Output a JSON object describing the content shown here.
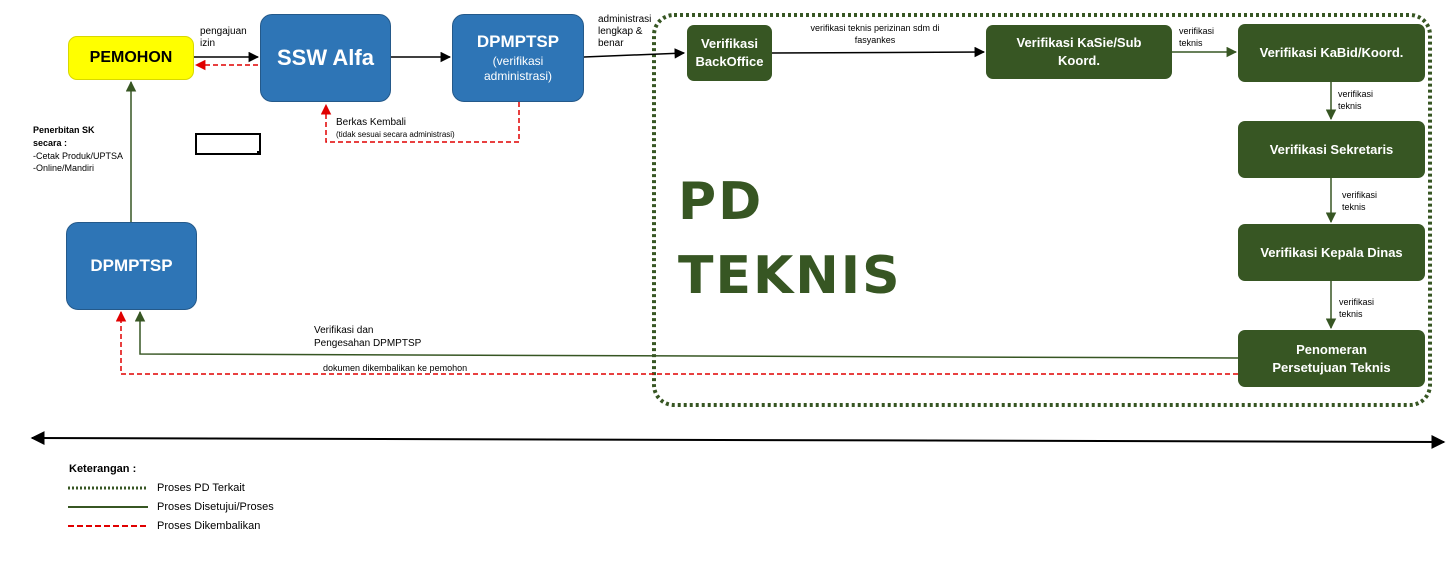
{
  "nodes": {
    "pemohon": "PEMOHON",
    "ssw_alfa": "SSW Alfa",
    "dpmptsp_verif": {
      "title": "DPMPTSP",
      "sub": "(verifikasi administrasi)"
    },
    "dpmptsp_bottom": "DPMPTSP",
    "verif_backoffice": "Verifikasi BackOffice",
    "verif_kasie": "Verifikasi KaSie/Sub Koord.",
    "verif_kabid": "Verifikasi KaBid/Koord.",
    "verif_sekretaris": "Verifikasi Sekretaris",
    "verif_kadis": "Verifikasi Kepala Dinas",
    "penomeran": "Penomeran Persetujuan Teknis"
  },
  "pd_teknis": {
    "line1": "PD",
    "line2": "TEKNIS"
  },
  "edge_labels": {
    "pengajuan_izin": "pengajuan izin",
    "administrasi_lengkap": "administrasi lengkap & benar",
    "verif_teknis_sdm": "verifikasi teknis perizinan sdm di fasyankes",
    "verif_teknis_1": "verifikasi teknis",
    "verif_teknis_2": "verifikasi teknis",
    "verif_teknis_3": "verifikasi teknis",
    "verif_teknis_4": "verifikasi teknis",
    "berkas_kembali": "Berkas Kembali",
    "berkas_kembali_note": "(tidak sesuai secara administrasi)",
    "verif_pengesahan_1": "Verifikasi dan",
    "verif_pengesahan_2": "Pengesahan DPMPTSP",
    "dokumen_dikembalikan": "dokumen dikembalikan ke pemohon",
    "penerbitan_1": "Penerbitan SK",
    "penerbitan_2": "secara :",
    "penerbitan_3": "-Cetak Produk/UPTSA",
    "penerbitan_4": "-Online/Mandiri"
  },
  "legend": {
    "title": "Keterangan :",
    "items": [
      {
        "label": "Proses PD Terkait",
        "style": "dotted",
        "color": "#375623"
      },
      {
        "label": "Proses Disetujui/Proses",
        "style": "solid",
        "color": "#375623"
      },
      {
        "label": "Proses Dikembalikan",
        "style": "dashed",
        "color": "#e00000"
      }
    ]
  },
  "colors": {
    "blue": "#2e75b6",
    "green": "#375623",
    "yellow": "#ffff00",
    "red": "#e00000"
  }
}
